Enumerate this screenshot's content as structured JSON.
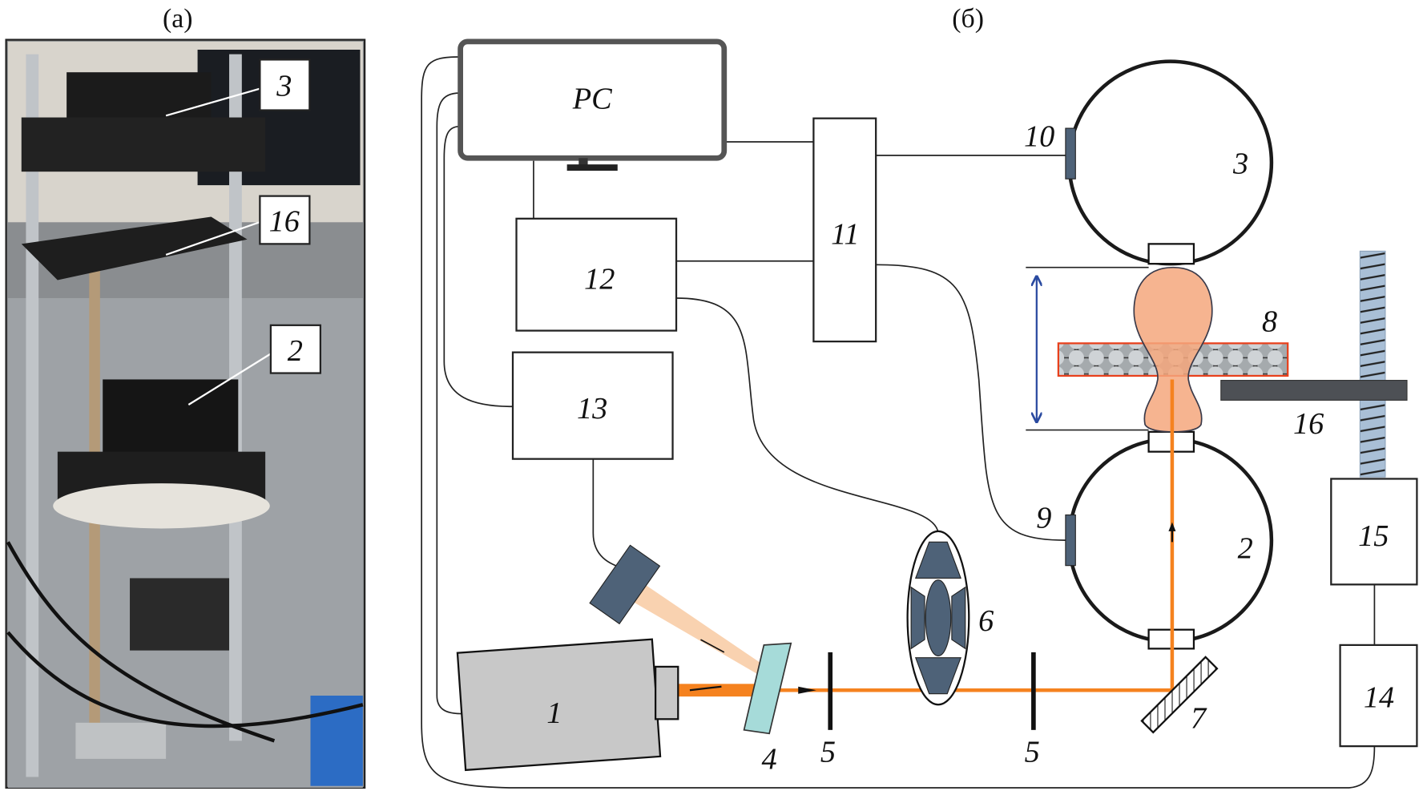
{
  "panels": {
    "photo_caption": "(а)",
    "scheme_caption": "(б)"
  },
  "photo_callouts": [
    "3",
    "16",
    "2"
  ],
  "scheme": {
    "pc": "PC",
    "labels": {
      "laser": "1",
      "sphere_lower": "2",
      "sphere_upper": "3",
      "wedge": "4",
      "iris_left": "5",
      "iris_right": "5",
      "chopper": "6",
      "mirror": "7",
      "sample": "8",
      "detector_lower": "9",
      "detector_upper": "10",
      "block_11": "11",
      "block_12": "12",
      "block_13": "13",
      "block_14": "14",
      "block_15": "15",
      "platform": "16"
    }
  },
  "colors": {
    "beam": "#f5821f",
    "reflected_beam": "#f9d2b0",
    "sample_glow": "#f5a77c",
    "sample_border": "#e8401c",
    "detector": "#4e6278",
    "range_arrow": "#2a4aa0",
    "screw": "#a9bfd6",
    "platform": "#4d5055",
    "laser_body": "#c8c8c8",
    "wedge": "#a6dbd9"
  }
}
